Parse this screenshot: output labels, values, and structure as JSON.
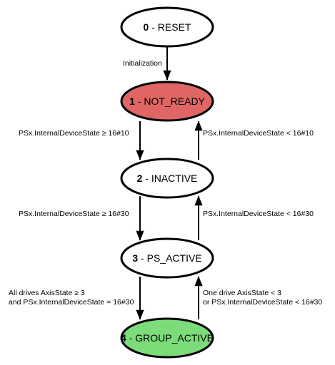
{
  "colors": {
    "background": "#ffffff",
    "stroke": "#000000",
    "reset_fill": "#ffffff",
    "not_ready_fill": "#e06666",
    "inactive_fill": "#ffffff",
    "ps_active_fill": "#ffffff",
    "group_active_fill": "#7ddc7a"
  },
  "states": [
    {
      "id": "reset",
      "num": "0",
      "sep": " - ",
      "name": "RESET"
    },
    {
      "id": "not-ready",
      "num": "1",
      "sep": " - ",
      "name": "NOT_READY"
    },
    {
      "id": "inactive",
      "num": "2",
      "sep": " - ",
      "name": "INACTIVE"
    },
    {
      "id": "ps-active",
      "num": "3",
      "sep": " - ",
      "name": "PS_ACTIVE"
    },
    {
      "id": "group-active",
      "num": "4",
      "sep": " - ",
      "name": "GROUP_ACTIVE"
    }
  ],
  "transitions": {
    "reset_to_not_ready": "Initialization",
    "not_ready_to_inactive": "PSx.InternalDeviceState ≥ 16#10",
    "inactive_to_not_ready": "PSx.InternalDeviceState < 16#10",
    "inactive_to_ps_active": "PSx.InternalDeviceState ≥ 16#30",
    "ps_active_to_inactive": "PSx.InternalDeviceState < 16#30",
    "ps_active_to_group_active": [
      "All drives AxisState ≥ 3",
      "and PSx.InternalDeviceState = 16#30"
    ],
    "group_active_to_ps_active": [
      "One drive AxisState < 3",
      "or PSx.InternalDeviceState < 16#30"
    ]
  }
}
